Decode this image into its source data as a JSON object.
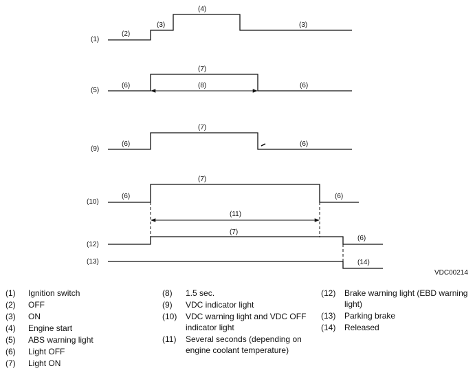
{
  "diagram": {
    "rows": [
      {
        "label": "(1)"
      },
      {
        "label": "(5)"
      },
      {
        "label": "(9)"
      },
      {
        "label": "(10)"
      },
      {
        "label": "(12)"
      },
      {
        "label": "(13)"
      }
    ],
    "segment_labels": {
      "r1_off": "(2)",
      "r1_on": "(3)",
      "r1_start": "(4)",
      "r1_on_after": "(3)",
      "r5_off_before": "(6)",
      "r5_on": "(7)",
      "r5_duration": "(8)",
      "r5_off_after": "(6)",
      "r9_off_before": "(6)",
      "r9_on": "(7)",
      "r9_off_after": "(6)",
      "r10_off_before": "(6)",
      "r10_on": "(7)",
      "r10_off_after": "(6)",
      "r10_duration": "(11)",
      "r12_on": "(7)",
      "r12_off_after": "(6)",
      "r13_released": "(14)"
    },
    "figure_code": "VDC00214"
  },
  "legend": {
    "col1": [
      {
        "num": "(1)",
        "text": "Ignition switch"
      },
      {
        "num": "(2)",
        "text": "OFF"
      },
      {
        "num": "(3)",
        "text": "ON"
      },
      {
        "num": "(4)",
        "text": "Engine start"
      },
      {
        "num": "(5)",
        "text": "ABS warning light"
      },
      {
        "num": "(6)",
        "text": "Light OFF"
      },
      {
        "num": "(7)",
        "text": "Light ON"
      }
    ],
    "col2": [
      {
        "num": "(8)",
        "text": "1.5 sec."
      },
      {
        "num": "(9)",
        "text": "VDC indicator light"
      },
      {
        "num": "(10)",
        "text": "VDC warning light and VDC OFF indicator light"
      },
      {
        "num": "(11)",
        "text": "Several seconds (depending on engine coolant temperature)"
      }
    ],
    "col3": [
      {
        "num": "(12)",
        "text": "Brake warning light (EBD warning light)"
      },
      {
        "num": "(13)",
        "text": "Parking brake"
      },
      {
        "num": "(14)",
        "text": "Released"
      }
    ]
  }
}
